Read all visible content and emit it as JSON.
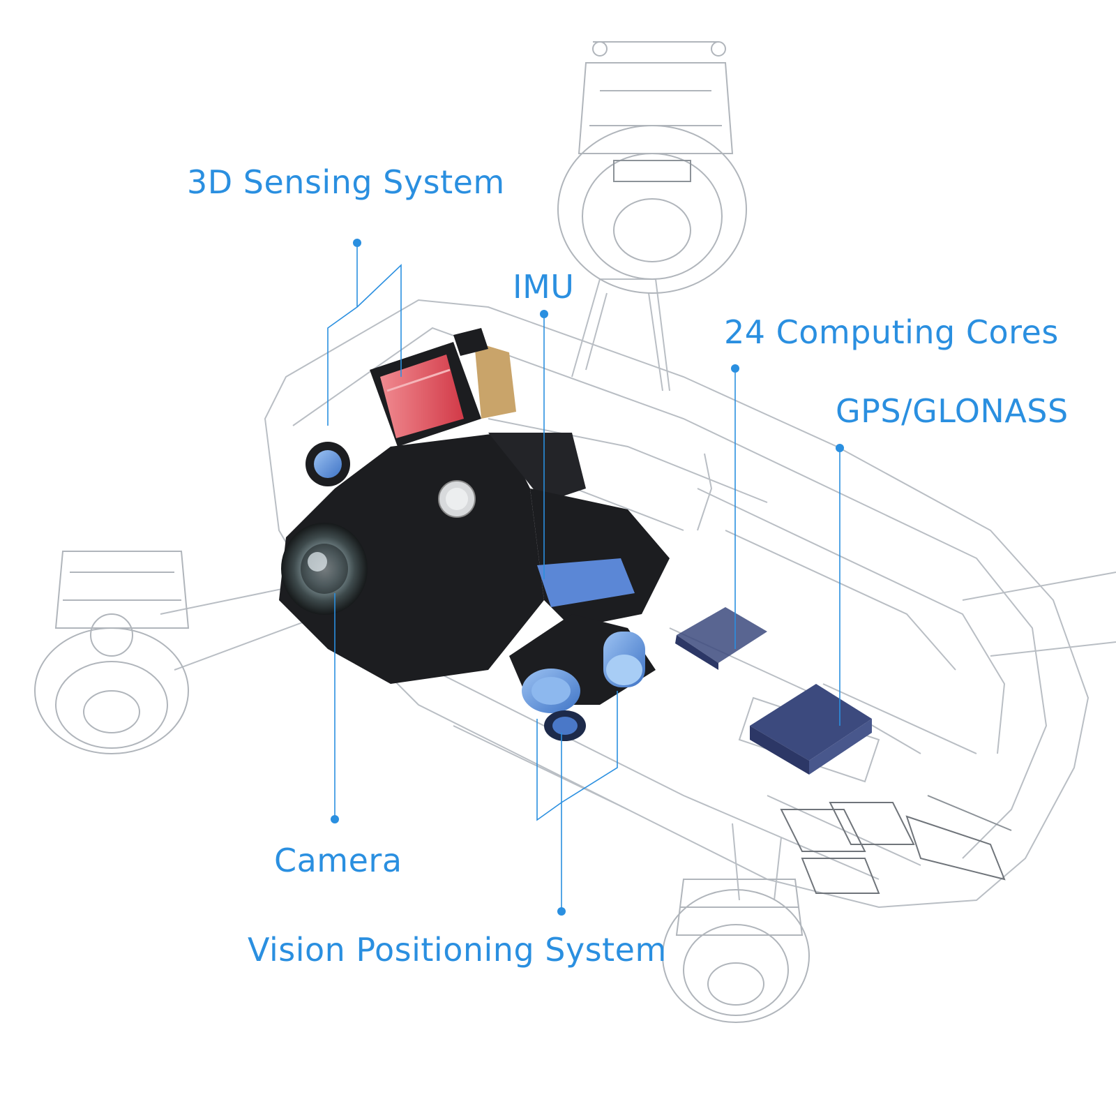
{
  "labels": {
    "sensing_3d": "3D Sensing System",
    "imu": "IMU",
    "computing_cores": "24 Computing Cores",
    "gps": "GPS/GLONASS",
    "camera": "Camera",
    "vision_positioning": "Vision Positioning System"
  },
  "colors": {
    "callout": "#2a8fe0",
    "wireframe": "#b9bec4",
    "wireframe_dark": "#8c9298",
    "gimbal_black": "#1c1d20",
    "lens_blue": "#6fa0e0",
    "chip_navy": "#3c4a7e",
    "sensor_red": "#e0525c",
    "connector_gold": "#c9a46a"
  }
}
